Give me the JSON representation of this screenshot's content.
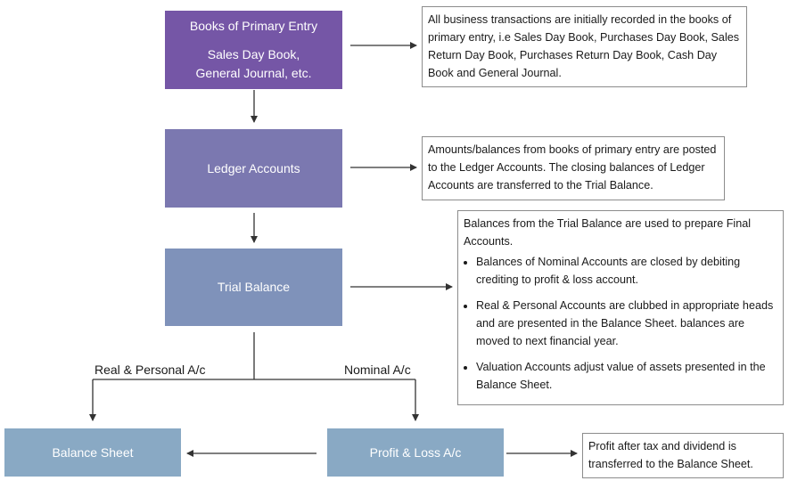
{
  "colors": {
    "primary_entry": "#7556a6",
    "ledger": "#7b78b0",
    "trial": "#7f92ba",
    "bottom": "#89a9c4",
    "connector": "#333333",
    "note_border": "#8c8c8c"
  },
  "nodes": {
    "primary_entry": {
      "line1": "Books of Primary Entry",
      "line2": "Sales Day Book,",
      "line3": "General Journal, etc."
    },
    "ledger": {
      "label": "Ledger Accounts"
    },
    "trial": {
      "label": "Trial Balance"
    },
    "balance_sheet": {
      "label": "Balance Sheet"
    },
    "profit_loss": {
      "label": "Profit & Loss A/c"
    }
  },
  "edge_labels": {
    "real_personal": "Real & Personal A/c",
    "nominal": "Nominal A/c"
  },
  "notes": {
    "primary_entry": {
      "text": "All business transactions are initially recorded in the books of primary entry, i.e Sales Day Book, Purchases Day Book, Sales Return Day Book, Purchases Return Day Book, Cash Day Book  and General Journal."
    },
    "ledger": {
      "text": "Amounts/balances from books of primary entry are posted to the Ledger Accounts. The closing balances of Ledger Accounts are transferred to the Trial Balance."
    },
    "trial": {
      "intro": "Balances from the Trial Balance are used to prepare Final Accounts.",
      "bullets": [
        "Balances of Nominal Accounts are closed by debiting crediting to profit & loss account.",
        "Real & Personal Accounts are clubbed in appropriate heads and are presented in the Balance Sheet. balances are moved to next financial year.",
        "Valuation Accounts adjust value of assets presented in the Balance Sheet."
      ]
    },
    "profit_loss": {
      "text": "Profit after tax and dividend is transferred to the Balance Sheet."
    }
  }
}
